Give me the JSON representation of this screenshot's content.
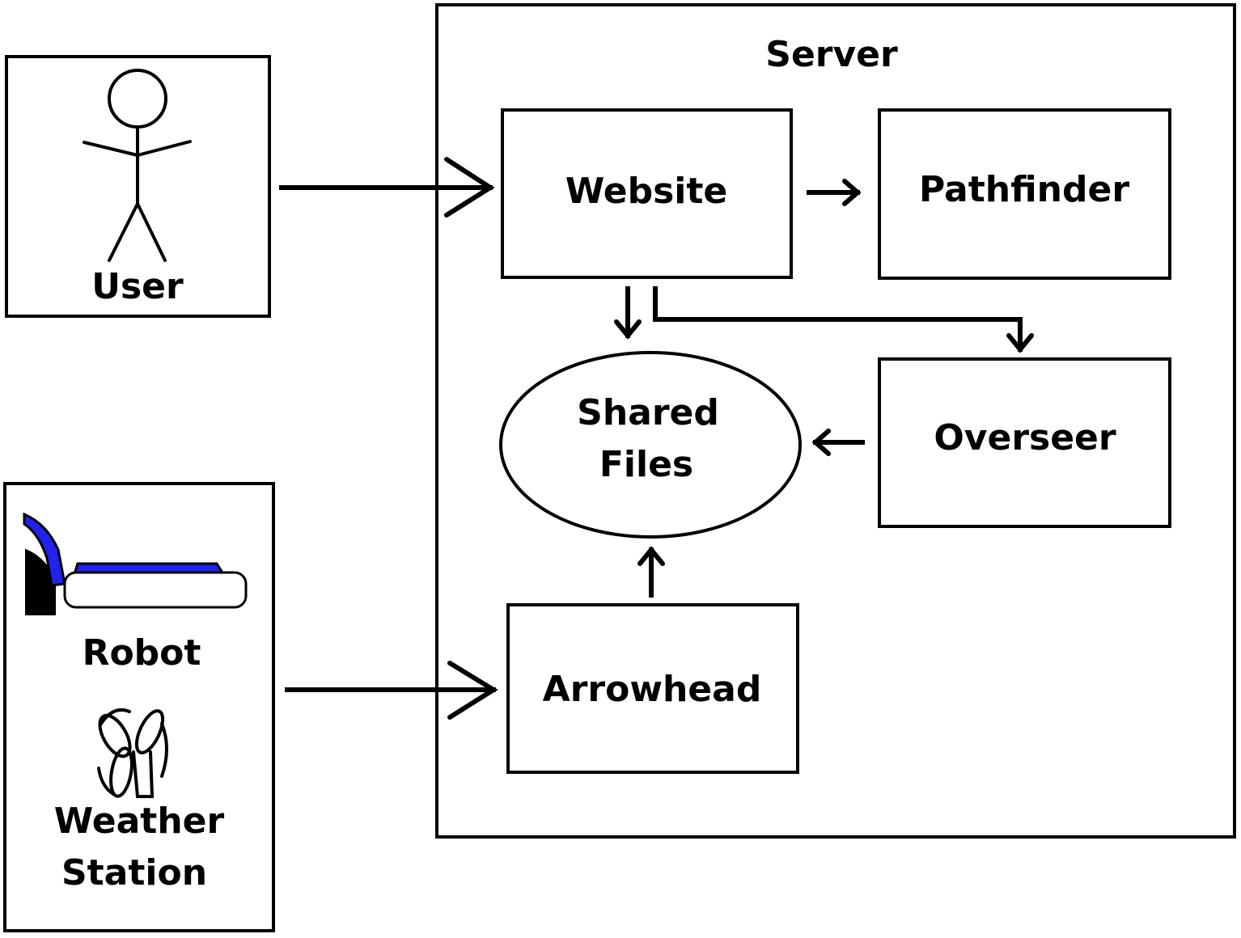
{
  "diagram": {
    "server": {
      "title": "Server"
    },
    "user": {
      "label": "User"
    },
    "devices": {
      "robot_label": "Robot",
      "weather_line1": "Weather",
      "weather_line2": "Station"
    },
    "nodes": {
      "website": "Website",
      "pathfinder": "Pathfinder",
      "overseer": "Overseer",
      "arrowhead": "Arrowhead",
      "shared_files_line1": "Shared",
      "shared_files_line2": "Files"
    },
    "colors": {
      "robot_accent": "#2222ee",
      "line": "#000000",
      "background": "#ffffff"
    },
    "edges": [
      {
        "from": "User",
        "to": "Website"
      },
      {
        "from": "Website",
        "to": "Pathfinder"
      },
      {
        "from": "Website",
        "to": "Shared Files"
      },
      {
        "from": "Website",
        "to": "Overseer"
      },
      {
        "from": "Overseer",
        "to": "Shared Files"
      },
      {
        "from": "Arrowhead",
        "to": "Shared Files"
      },
      {
        "from": "Robot / Weather Station",
        "to": "Arrowhead"
      }
    ]
  }
}
